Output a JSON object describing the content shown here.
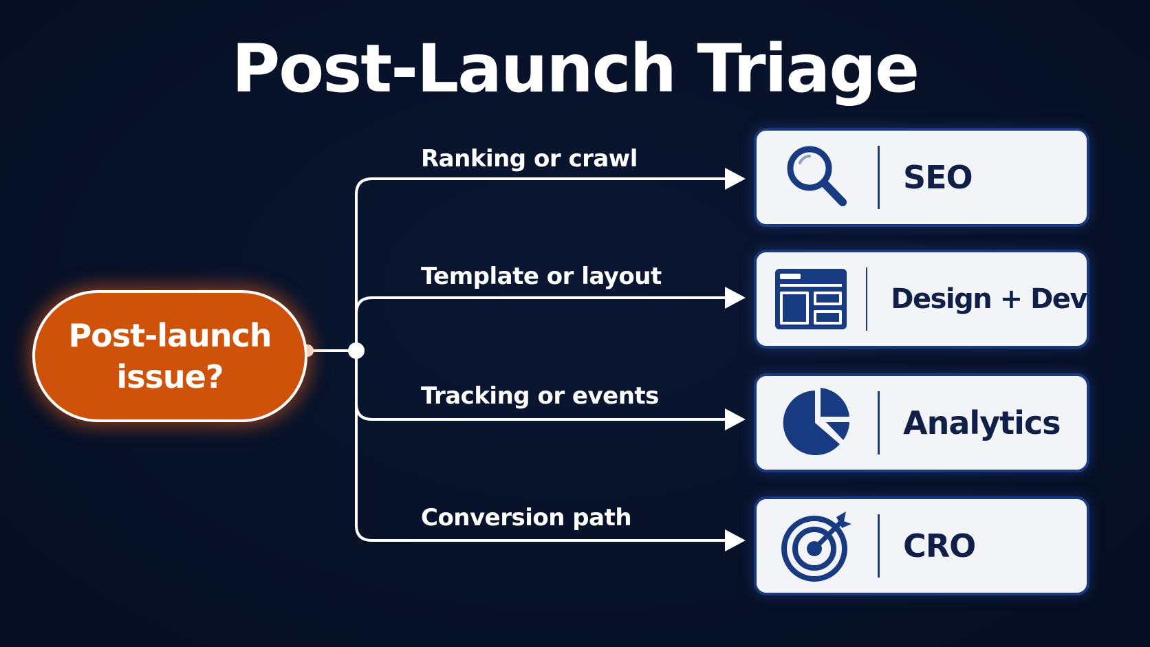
{
  "title": "Post-Launch Triage",
  "decision": {
    "label": "Post-launch issue?"
  },
  "branches": [
    {
      "condition": "Ranking or crawl",
      "owner": "SEO",
      "icon": "magnifier-icon"
    },
    {
      "condition": "Template or layout",
      "owner": "Design + Dev",
      "icon": "layout-icon"
    },
    {
      "condition": "Tracking or events",
      "owner": "Analytics",
      "icon": "pie-chart-icon"
    },
    {
      "condition": "Conversion path",
      "owner": "CRO",
      "icon": "target-icon"
    }
  ],
  "colors": {
    "background": "#071128",
    "decision_fill": "#cf520b",
    "card_fill": "#f3f4f7",
    "card_border": "#1a3a7c",
    "icon": "#173a80",
    "text_dark": "#0f1f47",
    "line": "#ffffff"
  }
}
